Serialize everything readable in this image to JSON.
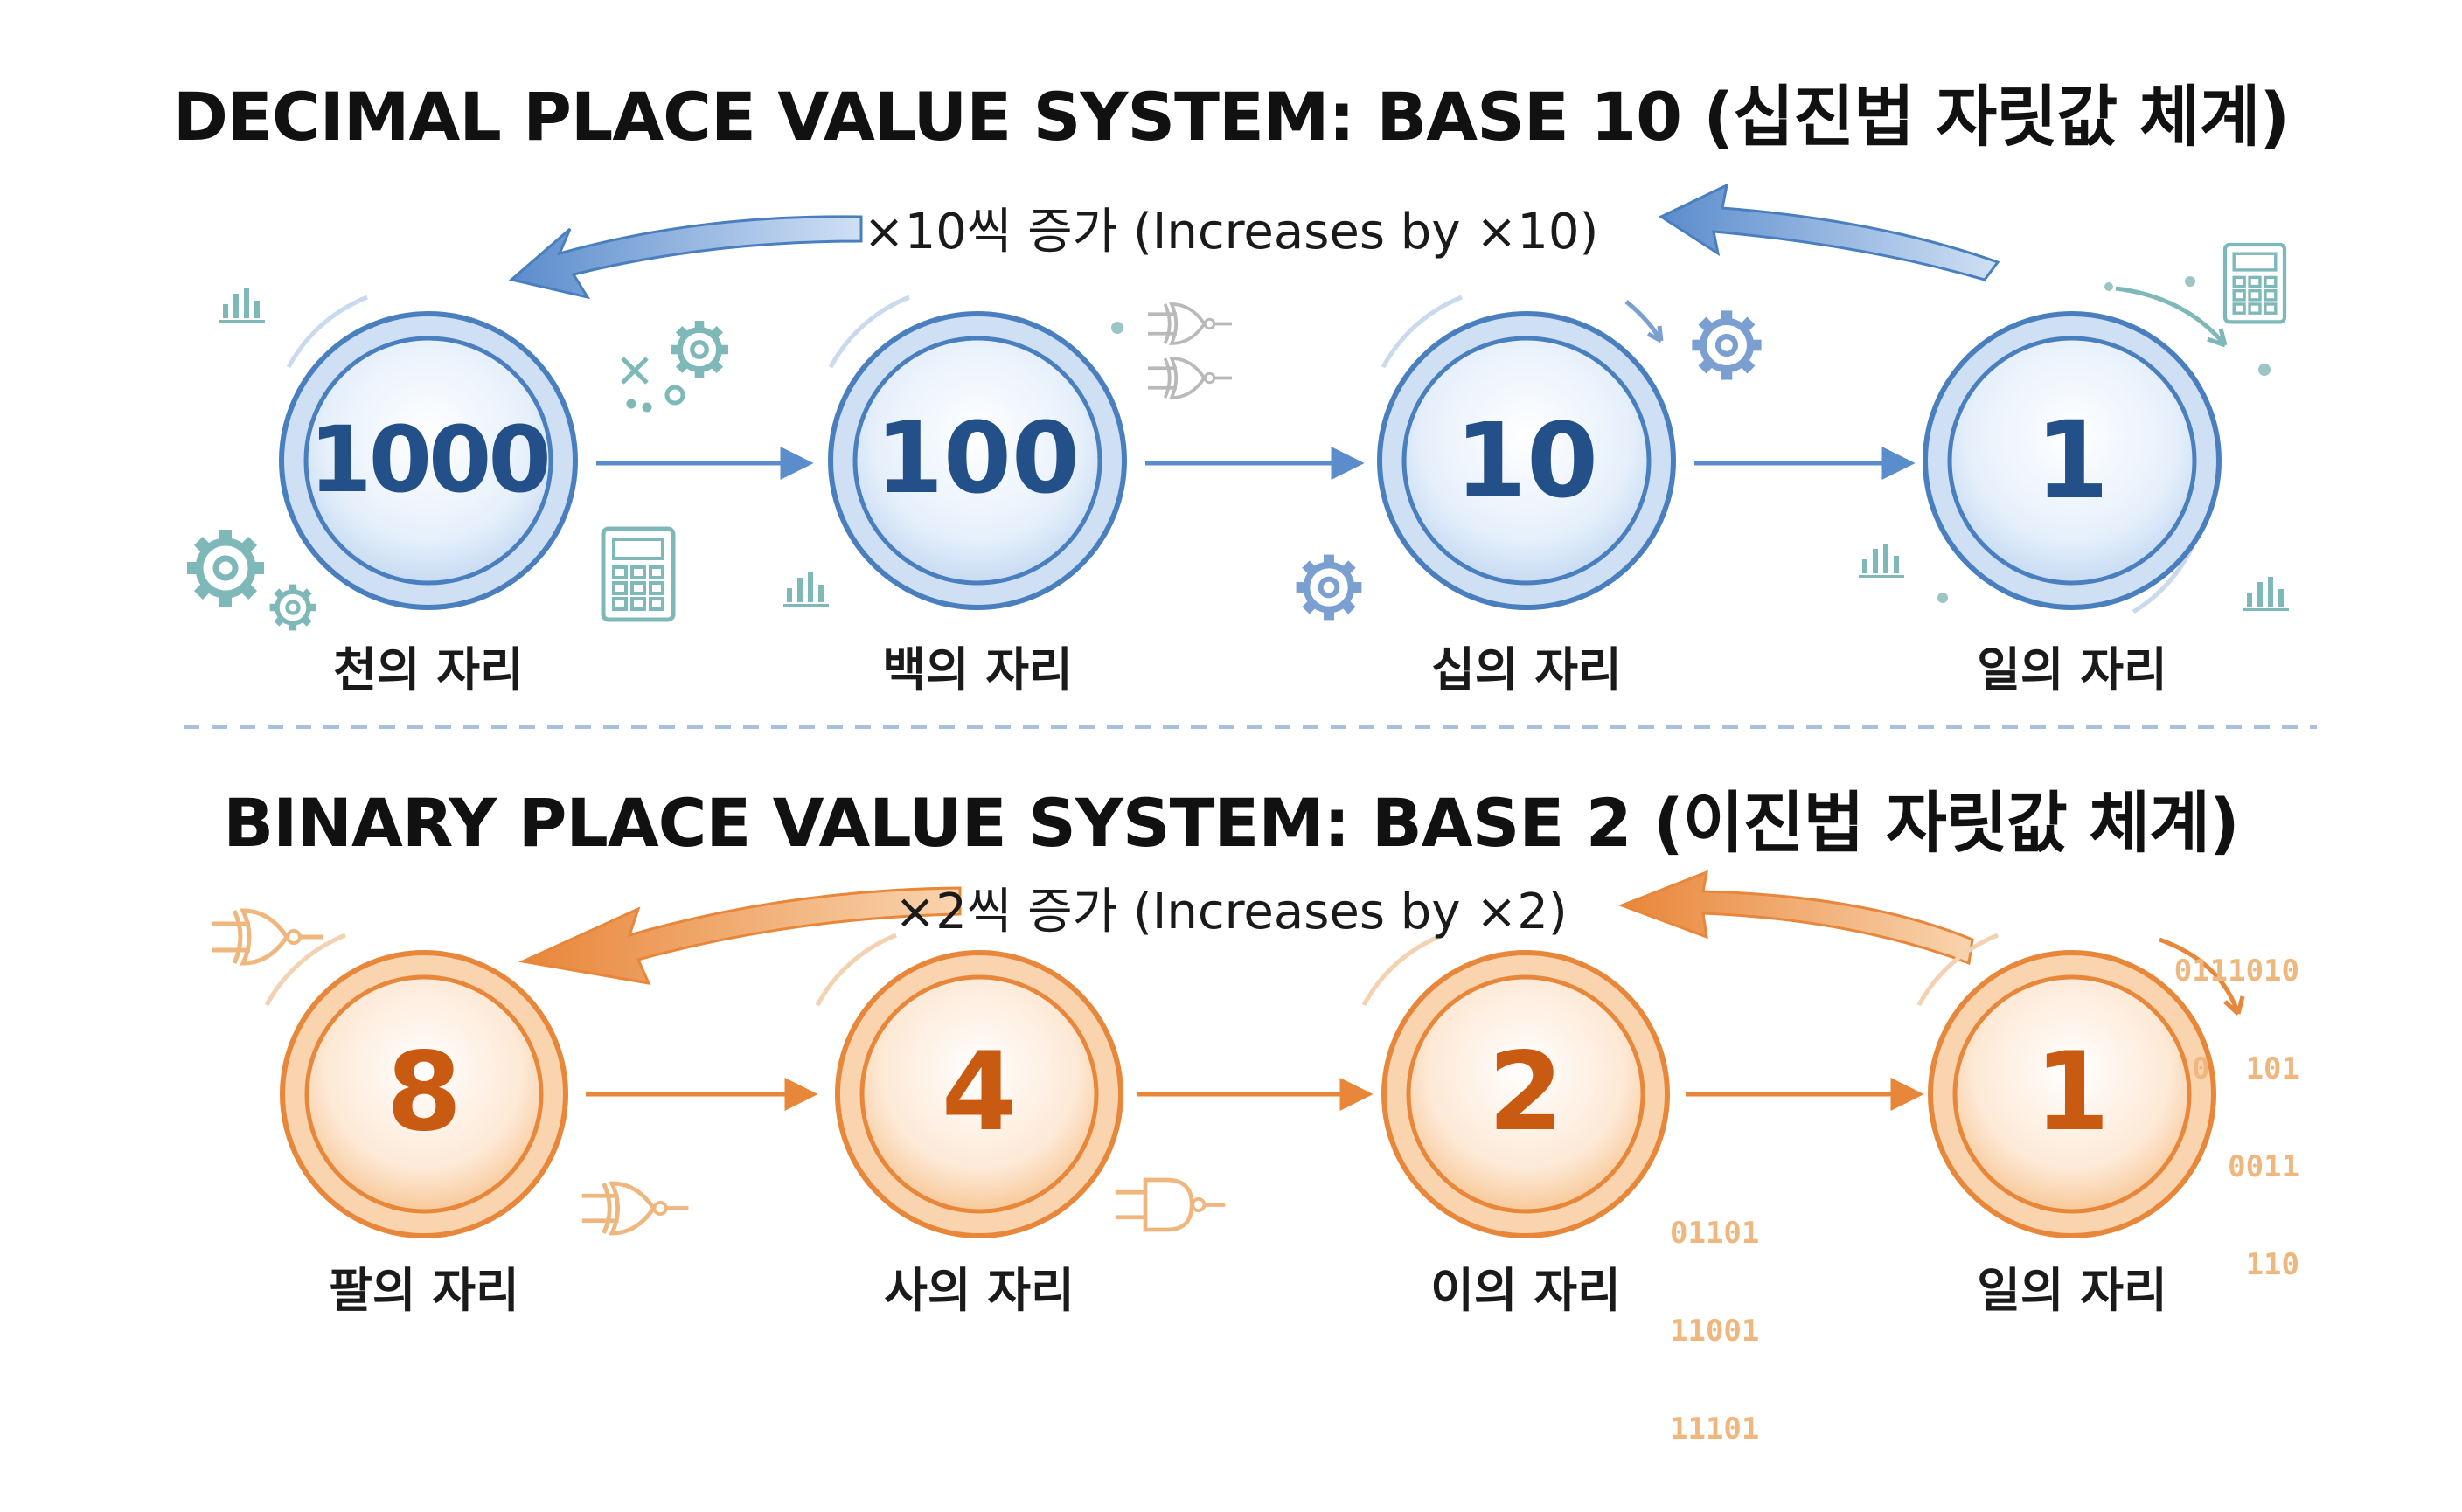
{
  "decimal": {
    "title": "DECIMAL PLACE VALUE SYSTEM: BASE 10 (십진법 자릿값 체계)",
    "growth_label": "×10씩 증가 (Increases by ×10)",
    "places": [
      {
        "value": "1000",
        "label": "천의 자리"
      },
      {
        "value": "100",
        "label": "백의 자리"
      },
      {
        "value": "10",
        "label": "십의 자리"
      },
      {
        "value": "1",
        "label": "일의 자리"
      }
    ]
  },
  "binary": {
    "title": "BINARY PLACE VALUE SYSTEM: BASE 2 (이진법 자릿값 체계)",
    "growth_label": "×2씩 증가 (Increases by ×2)",
    "places": [
      {
        "value": "8",
        "label": "팔의 자리"
      },
      {
        "value": "4",
        "label": "사의 자리"
      },
      {
        "value": "2",
        "label": "이의 자리"
      },
      {
        "value": "1",
        "label": "일의 자리"
      }
    ],
    "bit_strings_right": [
      "0111010",
      "0  101",
      "0011",
      "110"
    ],
    "bit_strings_middle": [
      "01101",
      "11001",
      "11101"
    ]
  },
  "colors": {
    "decimal_accent": "#4a7fbf",
    "decimal_digit": "#24508a",
    "decimal_fill": "#e6f0fb",
    "binary_accent": "#e8863a",
    "binary_digit": "#c95a12",
    "binary_fill": "#fde9d6",
    "decor_teal": "#7fb8b8",
    "decor_blue": "#7a9fd0",
    "divider": "#a9bfe0"
  },
  "icons": [
    "gear-icon",
    "calculator-icon",
    "bar-chart-icon",
    "xor-gate-icon",
    "and-gate-icon",
    "curved-arrow-icon"
  ]
}
